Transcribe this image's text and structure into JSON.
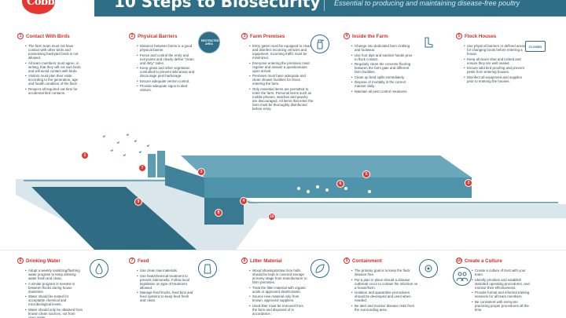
{
  "header": {
    "logo_text": "Cobb",
    "title": "10 Steps to Biosecurity",
    "subtitle": "Essential to producing and maintaining disease-free poultry"
  },
  "colors": {
    "accent": "#d5312a",
    "brand": "#2e6e86",
    "scene": "#4f94aa"
  },
  "top_steps": [
    {
      "num": "1",
      "title": "Contact With Birds",
      "icon": "none",
      "items": [
        "The farm team must not have contact with other birds and possessing backyard birds is not allowed.",
        "All team members must agree, in writing, that they will not own birds and will avoid contact with birds.",
        "Visitors must plan their visits according to the generation, age and health condition of the flock.",
        "Respect all required out-time for accidental bird contacts."
      ]
    },
    {
      "num": "2",
      "title": "Physical Barriers",
      "icon": "restricted-area-sign-icon",
      "items": [
        "Distance between farms is a good physical barrier.",
        "Fence and control the entry and exit points and clearly define \"clean and dirty\" sides.",
        "Keep grass and other vegetation controlled to prevent wild areas and discourage pest harborage.",
        "Ensure adequate vermin control.",
        "Provide adequate signs to alert visitors."
      ]
    },
    {
      "num": "3",
      "title": "Farm Premises",
      "icon": "spray-bottle-icon",
      "items": [
        "Entry gates must be equipped to clean and disinfect incoming vehicles and equipment. Incoming traffic must be minimized.",
        "Everyone entering the premises must register and answer a questionnaire upon arrival.",
        "Premises must have adequate and clean shower facilities for those entering the farm.",
        "Only essential items are permitted to enter the farm. Personal items such as mobile phones, watches and jewelry are discouraged. All items that enter the farm must be thoroughly disinfected before entry."
      ]
    },
    {
      "num": "4",
      "title": "Inside the Farm",
      "icon": "boots-icon",
      "items": [
        "Change into dedicated farm clothing and footwear.",
        "Use foot dips and sanitize hands prior to flock contact.",
        "Regularly clean the concrete flooring between the farm gate and different farm facilities.",
        "Clean up feed spills immediately.",
        "Dispose of mortality in the correct manner daily.",
        "Maintain all pest control measures."
      ]
    },
    {
      "num": "5",
      "title": "Flock Houses",
      "icon": "closed-sign-icon",
      "items": [
        "Use physical barriers or defined areas for changing boots before entering a house.",
        "Keep all doors shut and locked and ensure they are well sealed.",
        "Ensure wild bird proofing and prevent pests from entering houses.",
        "Disinfect all equipment and supplies prior to entering the houses."
      ]
    }
  ],
  "bottom_steps": [
    {
      "num": "6",
      "title": "Drinking Water",
      "icon": "water-drop-icon",
      "items": [
        "Adopt a weekly sanitizing/flushing water program to keep drinking water fresh and clean.",
        "A similar program is needed in between flocks during house downtime.",
        "Water should be tested for acceptable chemical and microbiological levels.",
        "Water should only be obtained from known clean sources, not from open water."
      ]
    },
    {
      "num": "7",
      "title": "Feed",
      "icon": "feed-bag-icon",
      "items": [
        "Use clean raw materials.",
        "Use heat/chemical treatment to prevent Salmonella. Follow local legislation on type of treatment allowed.",
        "Manage feed trucks, feed bins and feed systems to keep feed fresh and clean."
      ]
    },
    {
      "num": "8",
      "title": "Litter Material",
      "icon": "leaf-icon",
      "items": [
        "Wood shavings/straw /rice hulls should be kept in covered storage at every stage from manufacturer to farm premises.",
        "Treat the litter material with organic acids or approved disinfectants.",
        "Source new material only from known, approved suppliers.",
        "Used litter must be removed from the farm and disposed of in accordance."
      ]
    },
    {
      "num": "9",
      "title": "Containment",
      "icon": "gear-cycle-icon",
      "items": [
        "The primary goal is to keep the flock disease free.",
        "Put a plan in place should a disease outbreak occur to contain the infection on a house/farm.",
        "Isolation and quarantine procedures should be developed and used when needed.",
        "Be alert and monitor disease risks from the surrounding area."
      ]
    },
    {
      "num": "10",
      "title": "Create a Culture",
      "icon": "team-icon",
      "items": [
        "Create a culture of trust with your team.",
        "Identify priorities and establish standard operating procedures, and monitor their effectiveness.",
        "Provide formal and informal training sessions for all team members.",
        "Be consistent with everyone practicing proper procedures all the time."
      ]
    }
  ],
  "badge_text": {
    "restricted": "RESTRICTED AREA",
    "closed": "CLOSED"
  },
  "scene_markers": [
    "1",
    "2",
    "3",
    "4",
    "5",
    "6",
    "7",
    "8",
    "9",
    "10"
  ]
}
